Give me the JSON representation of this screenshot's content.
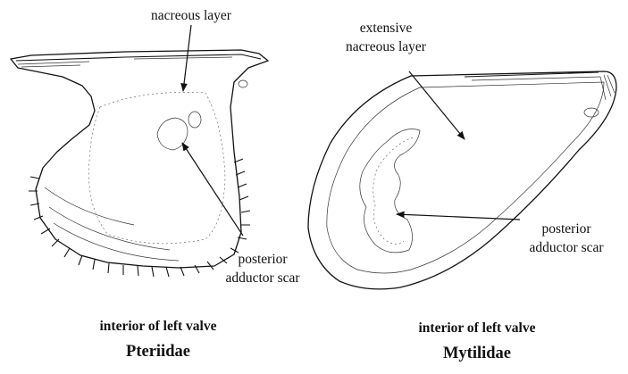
{
  "left_figure": {
    "label_nacreous": "nacreous layer",
    "label_posterior_line1": "posterior",
    "label_posterior_line2": "adductor scar",
    "caption": "interior of left valve",
    "family": "Pteriidae"
  },
  "right_figure": {
    "label_extensive_line1": "extensive",
    "label_extensive_line2": "nacreous layer",
    "label_posterior_line1": "posterior",
    "label_posterior_line2": "adductor scar",
    "caption": "interior of left valve",
    "family": "Mytilidae"
  }
}
